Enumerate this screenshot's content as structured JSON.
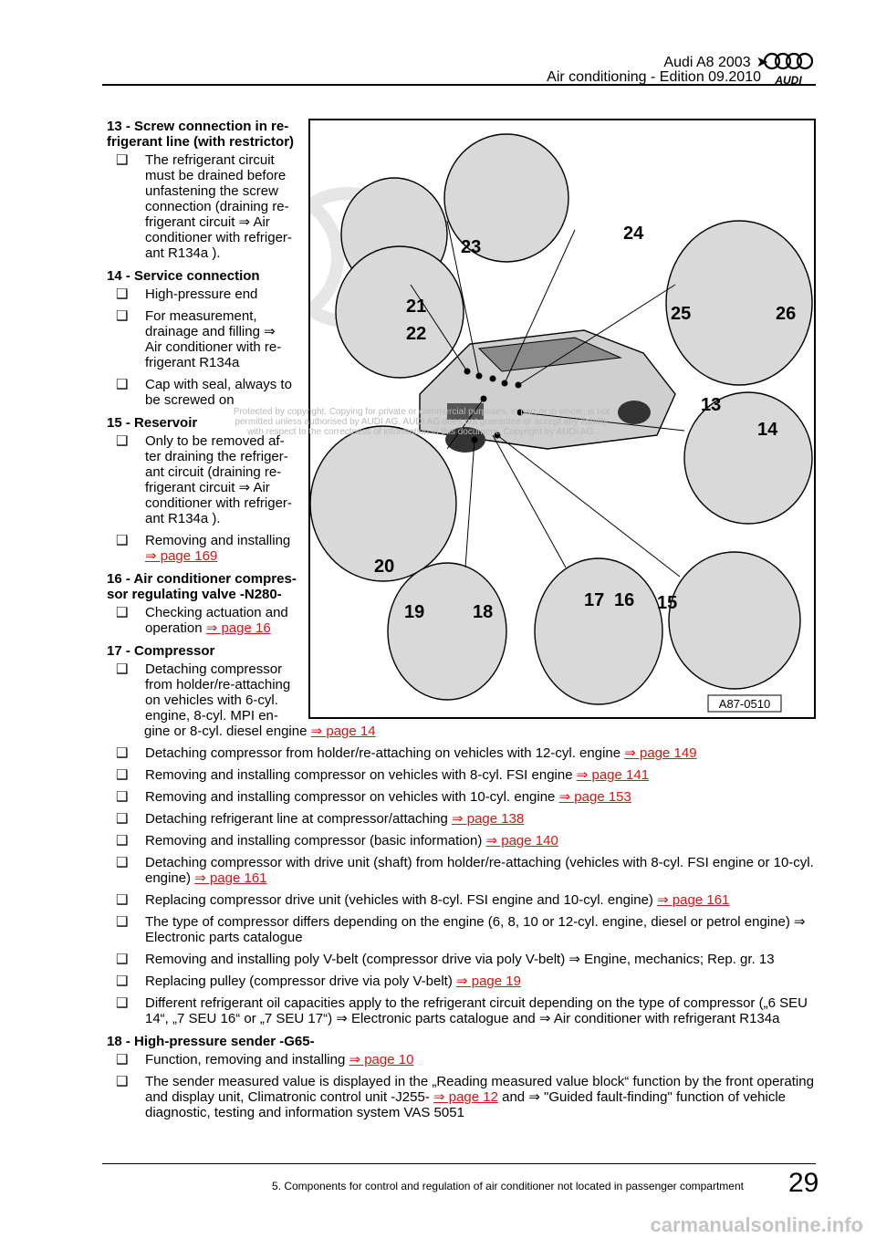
{
  "header": {
    "model": "Audi A8 2003",
    "model_arrow": "➤",
    "edition": "Air conditioning - Edition 09.2010",
    "brand": "Audi"
  },
  "sections": {
    "s13": {
      "title_1": "13 - Screw connection in re-",
      "title_2": "frigerant line (with restrictor)",
      "b1_lines": [
        "The refrigerant circuit",
        "must be drained before",
        "unfastening the screw",
        "connection (draining re-",
        "frigerant circuit ⇒  Air",
        "conditioner with refriger-",
        "ant R134a )."
      ]
    },
    "s14": {
      "title": "14 - Service connection",
      "b1": "High-pressure end",
      "b2_lines": [
        "For measurement,",
        "drainage and filling ⇒",
        "Air conditioner with re-",
        "frigerant R134a"
      ],
      "b3_lines": [
        "Cap with seal, always to",
        "be screwed on"
      ]
    },
    "s15": {
      "title": "15 - Reservoir",
      "b1_lines": [
        "Only to be removed af-",
        "ter draining the refriger-",
        "ant circuit (draining re-",
        "frigerant circuit ⇒  Air",
        "conditioner with refriger-",
        "ant R134a )."
      ],
      "b2_text": "Removing and installing",
      "b2_link": "⇒ page 169"
    },
    "s16": {
      "title_1": "16 - Air conditioner compres-",
      "title_2": "sor regulating valve -N280-",
      "b1_text_1": "Checking actuation and",
      "b1_text_2": "operation ",
      "b1_link": "⇒ page 16"
    },
    "s17": {
      "title": "17 - Compressor",
      "b1_lines": [
        "Detaching compressor",
        "from holder/re-attaching",
        "on vehicles with 6-cyl.",
        "engine, 8-cyl. MPI en-"
      ],
      "b1_last": "gine or 8-cyl. diesel engine ",
      "b1_link": "⇒ page 14",
      "wide": [
        {
          "text": "Detaching compressor from holder/re-attaching on vehicles with 12-cyl. engine ",
          "link": "⇒ page 149"
        },
        {
          "text": "Removing and installing compressor on vehicles with 8-cyl. FSI engine ",
          "link": "⇒ page 141"
        },
        {
          "text": "Removing and installing compressor on vehicles with 10-cyl. engine ",
          "link": "⇒ page 153"
        },
        {
          "text": "Detaching refrigerant line at compressor/attaching ",
          "link": "⇒ page 138"
        },
        {
          "text": "Removing and installing compressor (basic information) ",
          "link": "⇒ page 140"
        },
        {
          "text": "Detaching compressor with drive unit (shaft) from holder/re-attaching (vehicles with 8-cyl. FSI engine or 10-cyl. engine) ",
          "link": "⇒ page 161"
        },
        {
          "text": "Replacing compressor drive unit (vehicles with 8-cyl. FSI engine and 10-cyl. engine) ",
          "link": "⇒ page 161"
        },
        {
          "text": "The type of compressor differs depending on the engine (6, 8, 10 or 12-cyl. engine, diesel or petrol engine) ⇒  Electronic parts catalogue",
          "link": ""
        },
        {
          "text": "Removing and installing poly V-belt (compressor drive via poly V-belt) ⇒  Engine, mechanics; Rep. gr. 13",
          "link": ""
        },
        {
          "text": "Replacing pulley (compressor drive via poly V-belt) ",
          "link": "⇒ page 19"
        },
        {
          "text": "Different refrigerant oil capacities apply to the refrigerant circuit depending on the type of compressor („6 SEU 14“, „7 SEU 16“ or „7 SEU 17“) ⇒  Electronic parts catalogue and ⇒  Air conditioner with refrigerant R134a",
          "link": ""
        }
      ]
    },
    "s18": {
      "title": "18 - High-pressure sender -G65-",
      "b1_text": "Function, removing and installing ",
      "b1_link": "⇒ page 10",
      "b2_text_a": "The sender measured value is displayed in the „Reading measured value block“ function by the front operating and display unit, Climatronic control unit -J255- ",
      "b2_link": "⇒ page 12",
      "b2_text_b": " and ⇒  \"Guided fault-finding\" function of vehicle diagnostic, testing and information system VAS 5051"
    }
  },
  "figure": {
    "code": "A87-0510",
    "callouts": [
      "13",
      "14",
      "15",
      "16",
      "17",
      "18",
      "19",
      "20",
      "21",
      "22",
      "23",
      "24",
      "25",
      "26"
    ],
    "watermark_lines": [
      "Protected by copyright. Copying for private or commercial purposes, in part or in whole, is not",
      "permitted unless authorised by AUDI AG. AUDI AG does not guarantee or accept any liability",
      "with respect to the correctness of information in this document. Copyright by AUDI AG."
    ]
  },
  "footer": {
    "chapter": "5. Components for control and regulation of air conditioner not located in passenger compartment",
    "page_number": "29",
    "site": "carmanualsonline.info"
  }
}
